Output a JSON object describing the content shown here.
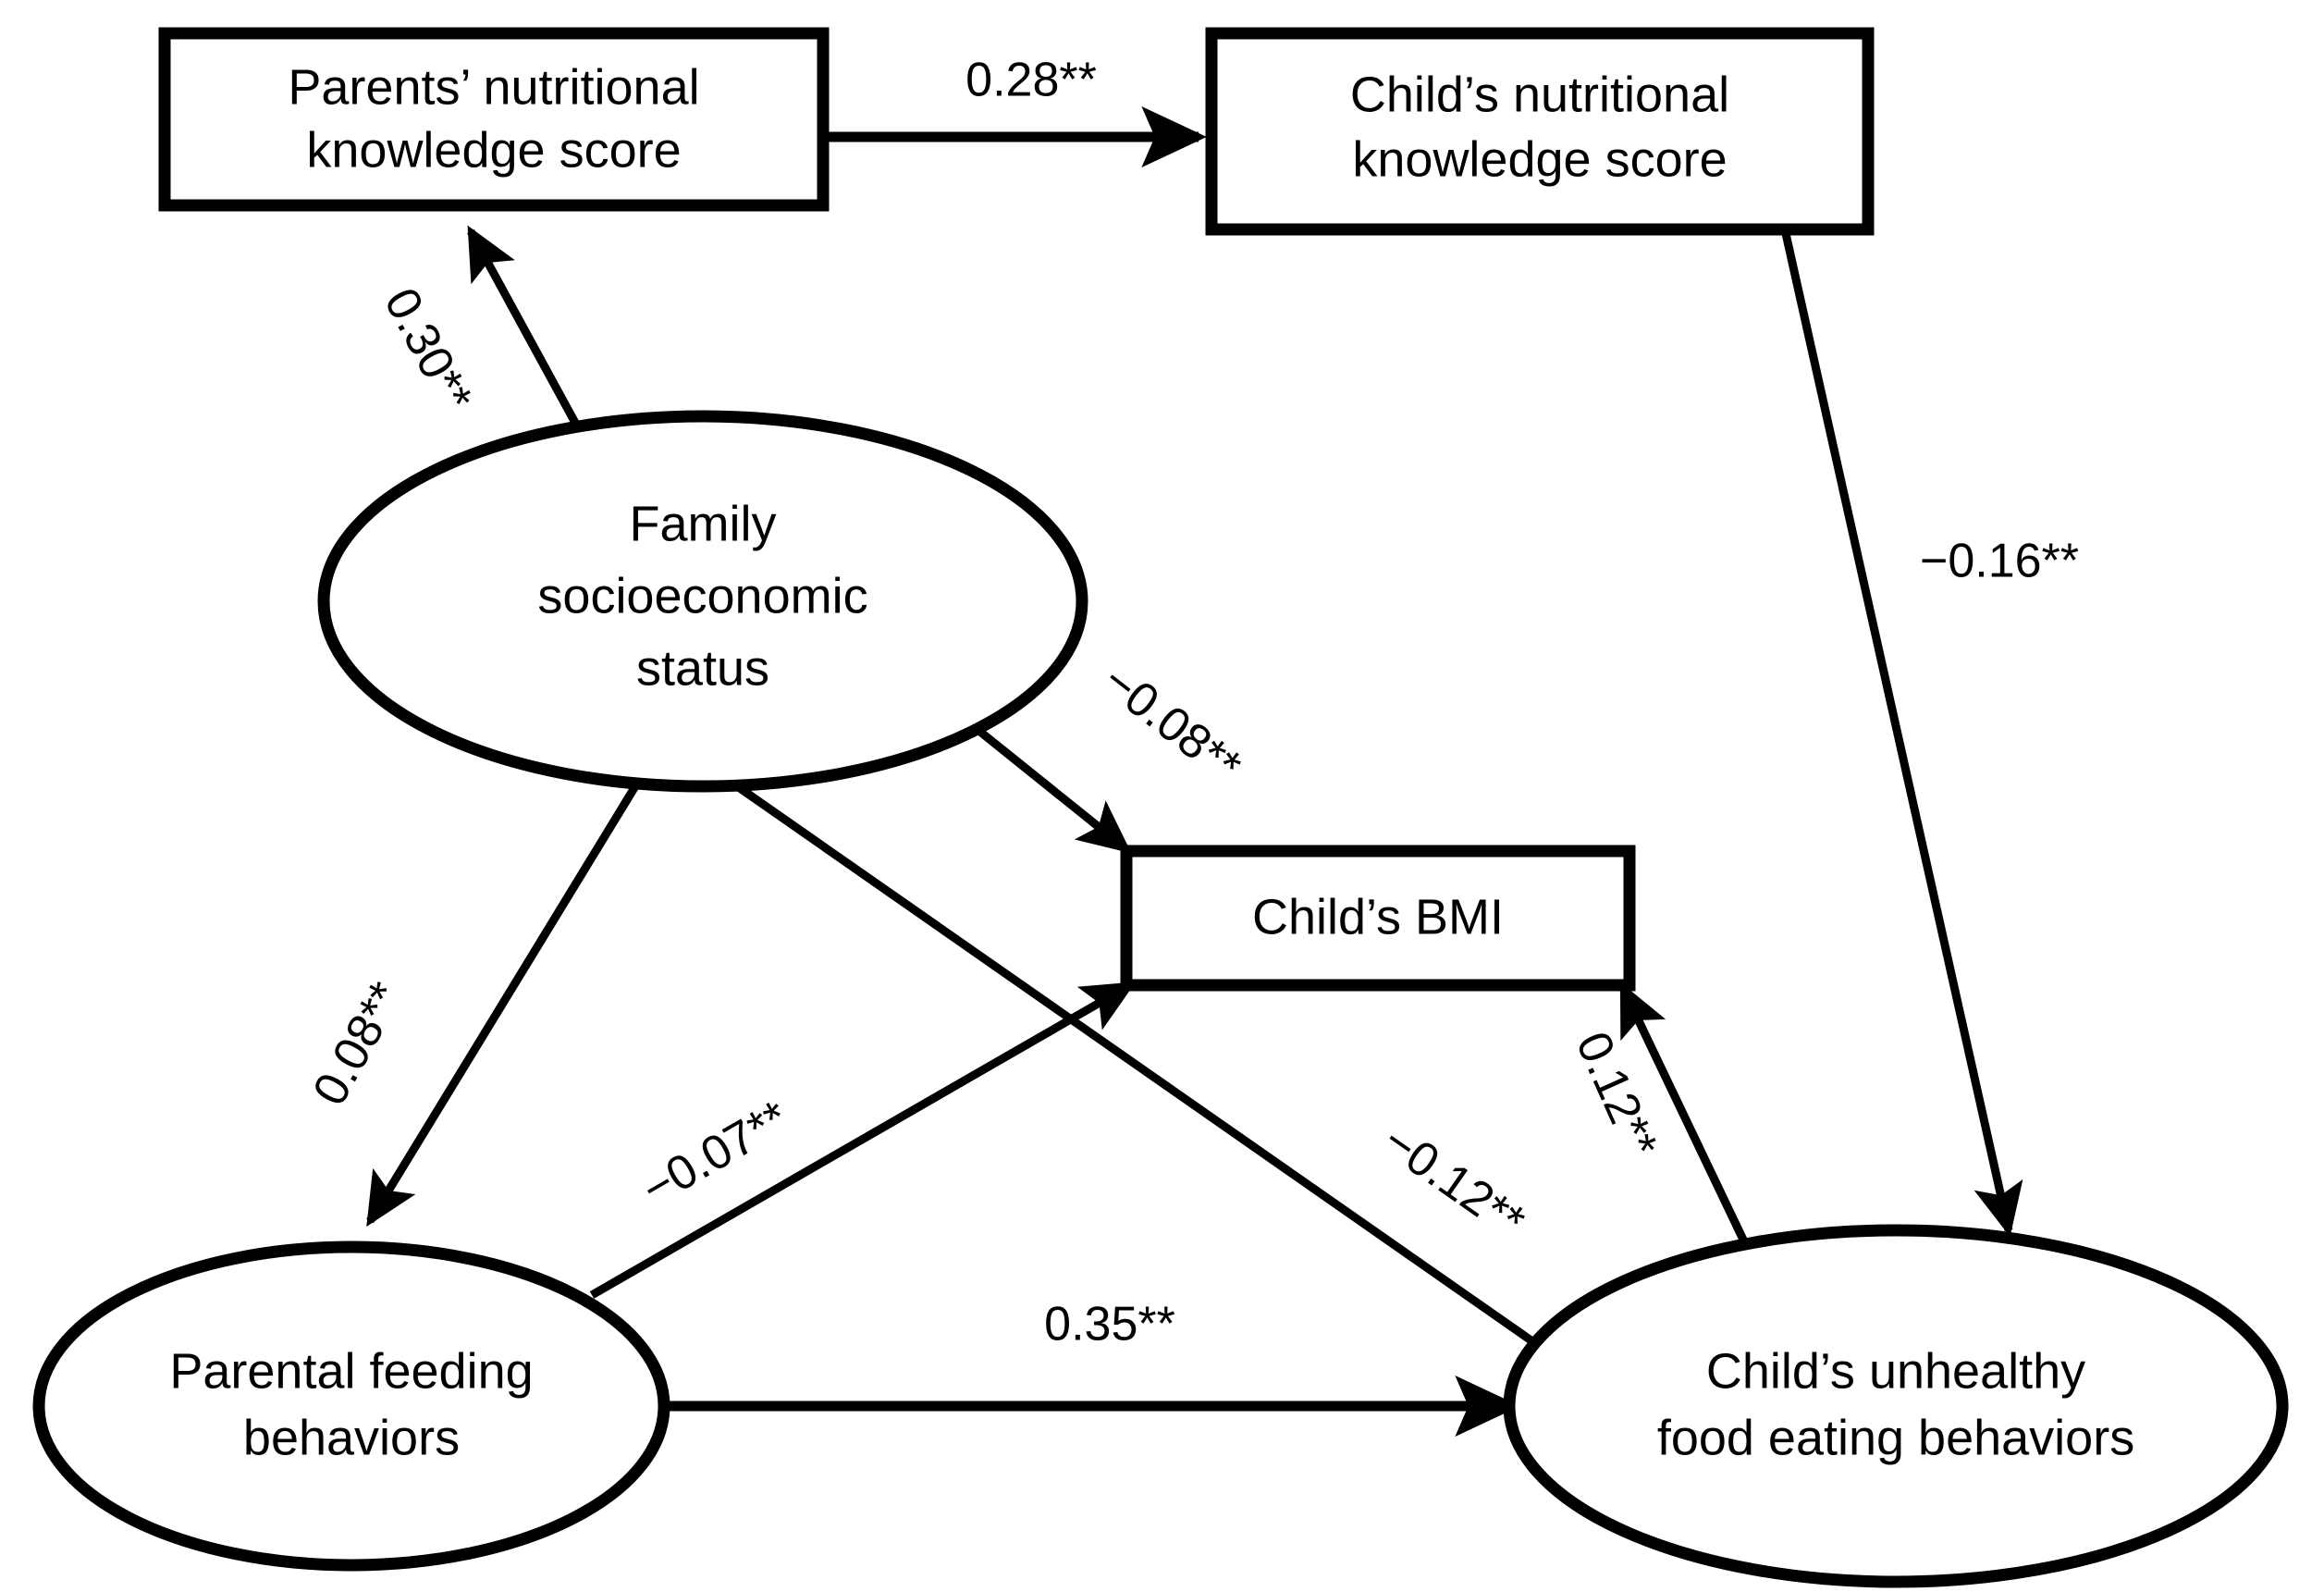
{
  "diagram": {
    "type": "path-diagram",
    "title": "",
    "nodes": [
      {
        "id": "parents-knowledge",
        "shape": "rectangle",
        "label_line1": "Parents’ nutritional",
        "label_line2": "knowledge score"
      },
      {
        "id": "child-knowledge",
        "shape": "rectangle",
        "label_line1": "Child’s nutritional",
        "label_line2": "knowledge score"
      },
      {
        "id": "family-ses",
        "shape": "ellipse",
        "label_line1": "Family",
        "label_line2": "socioeconomic",
        "label_line3": "status"
      },
      {
        "id": "child-bmi",
        "shape": "rectangle",
        "label_line1": "Child’s BMI"
      },
      {
        "id": "parental-feeding",
        "shape": "ellipse",
        "label_line1": "Parental feeding",
        "label_line2": "behaviors"
      },
      {
        "id": "child-unhealthy",
        "shape": "ellipse",
        "label_line1": "Child’s unhealthy",
        "label_line2": "food eating behaviors"
      }
    ],
    "edges": [
      {
        "id": "parents-to-child-knowledge",
        "from": "parents-knowledge",
        "to": "child-knowledge",
        "label": "0.28**"
      },
      {
        "id": "ses-to-parents-knowledge",
        "from": "family-ses",
        "to": "parents-knowledge",
        "label": "0.30**"
      },
      {
        "id": "child-knowledge-to-unhealthy",
        "from": "child-knowledge",
        "to": "child-unhealthy",
        "label": "−0.16**"
      },
      {
        "id": "ses-to-bmi",
        "from": "family-ses",
        "to": "child-bmi",
        "label": "−0.08**"
      },
      {
        "id": "ses-to-parental-feeding",
        "from": "family-ses",
        "to": "parental-feeding",
        "label": "0.08**"
      },
      {
        "id": "feeding-to-bmi",
        "from": "parental-feeding",
        "to": "child-bmi",
        "label": "−0.07**"
      },
      {
        "id": "ses-to-unhealthy",
        "from": "family-ses",
        "to": "child-unhealthy",
        "label": "−0.12**"
      },
      {
        "id": "unhealthy-to-bmi",
        "from": "child-unhealthy",
        "to": "child-bmi",
        "label": "0.12**"
      },
      {
        "id": "feeding-to-unhealthy",
        "from": "parental-feeding",
        "to": "child-unhealthy",
        "label": "0.35**"
      }
    ],
    "colors": {
      "stroke": "#000000",
      "fill": "#ffffff",
      "text": "#000000"
    }
  }
}
